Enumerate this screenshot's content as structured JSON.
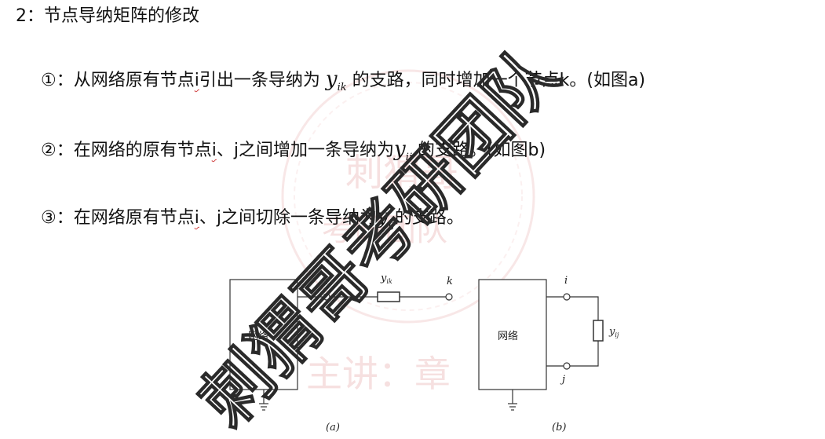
{
  "heading": {
    "number": "2：",
    "text": "节点导纳矩阵的修改"
  },
  "items": [
    {
      "marker": "①：",
      "before": "从网络原有节点",
      "node": "i",
      "middle": "引出一条导纳为",
      "var": "y",
      "sub": "ik",
      "after": "的支路，同时增加一个节点k。(如图a)"
    },
    {
      "marker": "②：",
      "before": "在网络的原有节点",
      "node": "i",
      "middle": "、j之间增加一条导纳为",
      "var": "y",
      "sub": "ij",
      "after": "的支路。(如图b)"
    },
    {
      "marker": "③：",
      "before": "在网络原有节点",
      "node": "i",
      "middle": "、j之间切除一条导纳为",
      "var": "y",
      "sub": "ij",
      "after": "的支路。"
    }
  ],
  "figure_a": {
    "box_label": "网络",
    "node_i": "i",
    "node_k": "k",
    "branch_label_var": "y",
    "branch_label_sub": "ik",
    "caption": "(a)"
  },
  "figure_b": {
    "box_label": "网络",
    "node_i": "i",
    "node_j": "j",
    "branch_label_var": "y",
    "branch_label_sub": "ij",
    "caption": "(b)"
  },
  "watermark": {
    "big_text": "刺猬哥考研团队",
    "seal_top": "刺猬哥",
    "seal_mid": "考研团队",
    "lecturer": "主讲：章"
  },
  "colors": {
    "watermark_red": "#c83c3c",
    "squiggle": "#d04040"
  }
}
